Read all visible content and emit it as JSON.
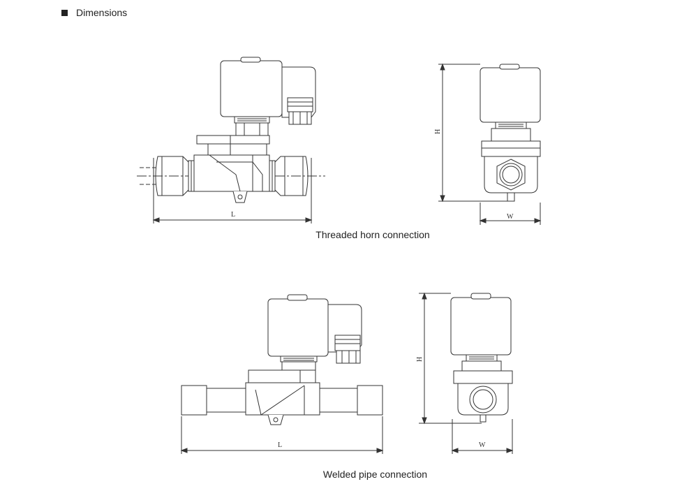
{
  "header": {
    "title": "Dimensions"
  },
  "figures": {
    "threaded": {
      "caption": "Threaded horn connection",
      "side_view": {
        "length_label": "L"
      },
      "front_view": {
        "height_label": "H",
        "width_label": "W"
      }
    },
    "welded": {
      "caption": "Welded pipe connection",
      "side_view": {
        "length_label": "L"
      },
      "front_view": {
        "height_label": "H",
        "width_label": "W"
      }
    }
  }
}
